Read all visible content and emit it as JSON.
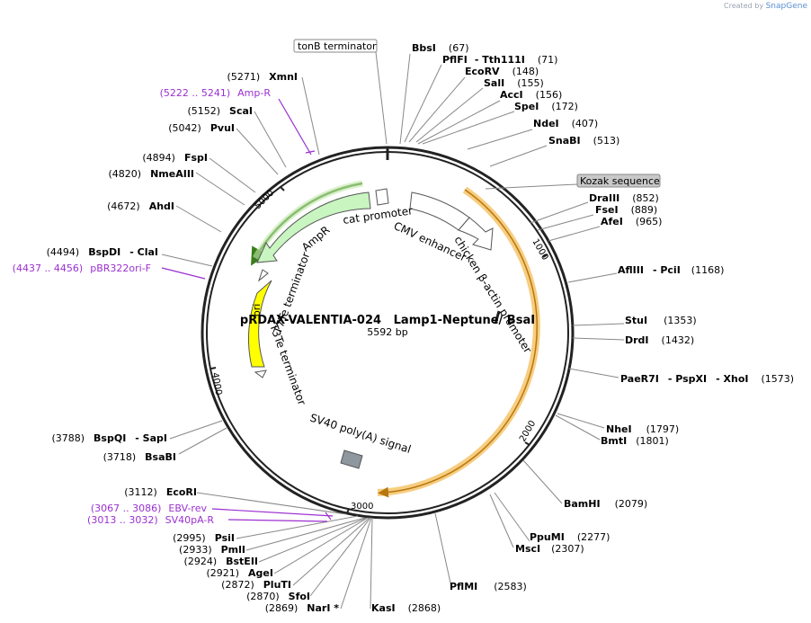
{
  "credit": {
    "prefix": "Created by",
    "brand": "SnapGene"
  },
  "title": {
    "name": "pRDAX-VALENTIA-024   Lamp1-Neptune/ BsaI",
    "length": "5592 bp"
  },
  "ticks": [
    "1000",
    "2000",
    "3000",
    "4000",
    "5000"
  ],
  "colors": {
    "orf": "#f6a623",
    "amp": "#c8f5c0",
    "ori": "#ffff00",
    "primer": "#9b30d0",
    "backbone": "#222222"
  },
  "boxes": {
    "tonb": "tonB terminator",
    "kozak": "Kozak sequence"
  },
  "features": {
    "cat": "cat promoter",
    "cmv": "CMV enhancer",
    "actin": "chicken β-actin promoter",
    "ampr": "AmpR",
    "ori": "ori",
    "t7te": "T7Te terminator",
    "t3te": "T3Te terminator",
    "sv40": "SV40 poly(A) signal"
  },
  "sites": [
    {
      "name": "BbsI",
      "pos": "(67)"
    },
    {
      "name": "PflFI",
      "pos": "- Tth111I",
      "extra": "(71)"
    },
    {
      "name": "EcoRV",
      "pos": "(148)"
    },
    {
      "name": "SalI",
      "pos": "(155)"
    },
    {
      "name": "AccI",
      "pos": "(156)"
    },
    {
      "name": "SpeI",
      "pos": "(172)"
    },
    {
      "name": "NdeI",
      "pos": "(407)"
    },
    {
      "name": "SnaBI",
      "pos": "(513)"
    },
    {
      "name": "DraIII",
      "pos": "(852)"
    },
    {
      "name": "FseI",
      "pos": "(889)"
    },
    {
      "name": "AfeI",
      "pos": "(965)"
    },
    {
      "name": "AflIII",
      "pos": "- PciI",
      "extra": "(1168)"
    },
    {
      "name": "StuI",
      "pos": "(1353)"
    },
    {
      "name": "DrdI",
      "pos": "(1432)"
    },
    {
      "name": "PaeR7I",
      "pos": "- PspXI",
      "extra": "- XhoI",
      "extra2": "(1573)"
    },
    {
      "name": "NheI",
      "pos": "(1797)"
    },
    {
      "name": "BmtI",
      "pos": "(1801)"
    },
    {
      "name": "BamHI",
      "pos": "(2079)"
    },
    {
      "name": "PpuMI",
      "pos": "(2277)"
    },
    {
      "name": "MscI",
      "pos": "(2307)"
    },
    {
      "name": "PflMI",
      "pos": "(2583)"
    },
    {
      "name": "KasI",
      "pos": "(2868)"
    },
    {
      "name": "NarI *",
      "pos": "(2869)"
    },
    {
      "name": "SfoI",
      "pos": "(2870)"
    },
    {
      "name": "PluTI",
      "pos": "(2872)"
    },
    {
      "name": "AgeI",
      "pos": "(2921)"
    },
    {
      "name": "BstEII",
      "pos": "(2924)"
    },
    {
      "name": "PmlI",
      "pos": "(2933)"
    },
    {
      "name": "PsiI",
      "pos": "(2995)"
    },
    {
      "name": "EcoRI",
      "pos": "(3112)"
    },
    {
      "name": "BsaBI",
      "pos": "(3718)"
    },
    {
      "name": "BspQI",
      "pos": "- SapI",
      "extra": "(3788)"
    },
    {
      "name": "BspDI",
      "pos": "- ClaI",
      "extra": "(4494)"
    },
    {
      "name": "AhdI",
      "pos": "(4672)"
    },
    {
      "name": "NmeAIII",
      "pos": "(4820)"
    },
    {
      "name": "FspI",
      "pos": "(4894)"
    },
    {
      "name": "PvuI",
      "pos": "(5042)"
    },
    {
      "name": "ScaI",
      "pos": "(5152)"
    },
    {
      "name": "XmnI",
      "pos": "(5271)"
    }
  ],
  "primers": [
    {
      "name": "Amp-R",
      "pos": "(5222 .. 5241)"
    },
    {
      "name": "pBR322ori-F",
      "pos": "(4437 .. 4456)"
    },
    {
      "name": "EBV-rev",
      "pos": "(3067 .. 3086)"
    },
    {
      "name": "SV40pA-R",
      "pos": "(3013 .. 3032)"
    }
  ]
}
